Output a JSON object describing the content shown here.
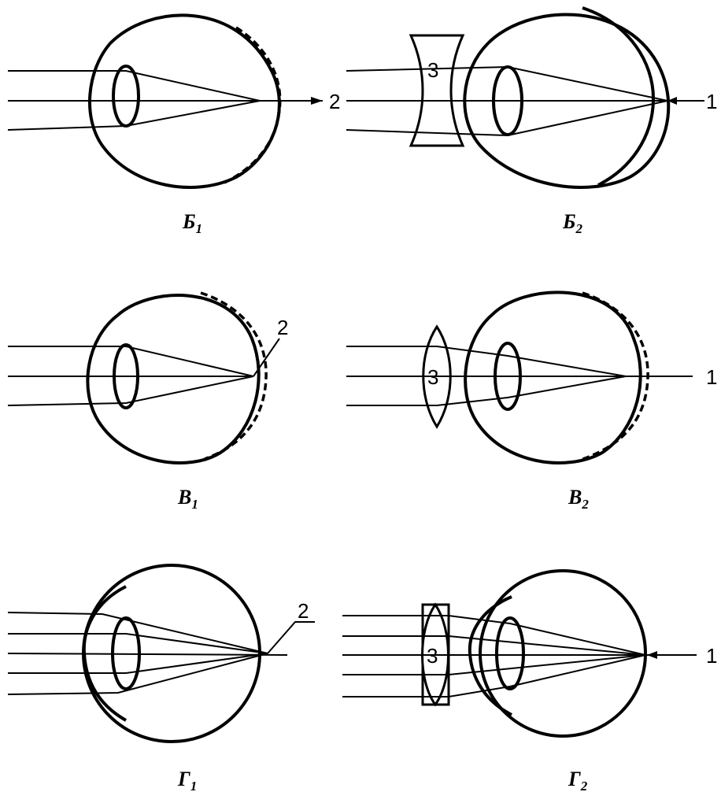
{
  "panels": {
    "b1": {
      "caption": "Б",
      "sub": "1",
      "marker": "2"
    },
    "b2": {
      "caption": "Б",
      "sub": "2",
      "lens_label": "3",
      "marker": "1"
    },
    "v1": {
      "caption": "В",
      "sub": "1",
      "marker": "2"
    },
    "v2": {
      "caption": "В",
      "sub": "2",
      "lens_label": "3",
      "marker": "1"
    },
    "g1": {
      "caption": "Г",
      "sub": "1",
      "marker": "2"
    },
    "g2": {
      "caption": "Г",
      "sub": "2",
      "lens_label": "3",
      "marker": "1"
    }
  }
}
